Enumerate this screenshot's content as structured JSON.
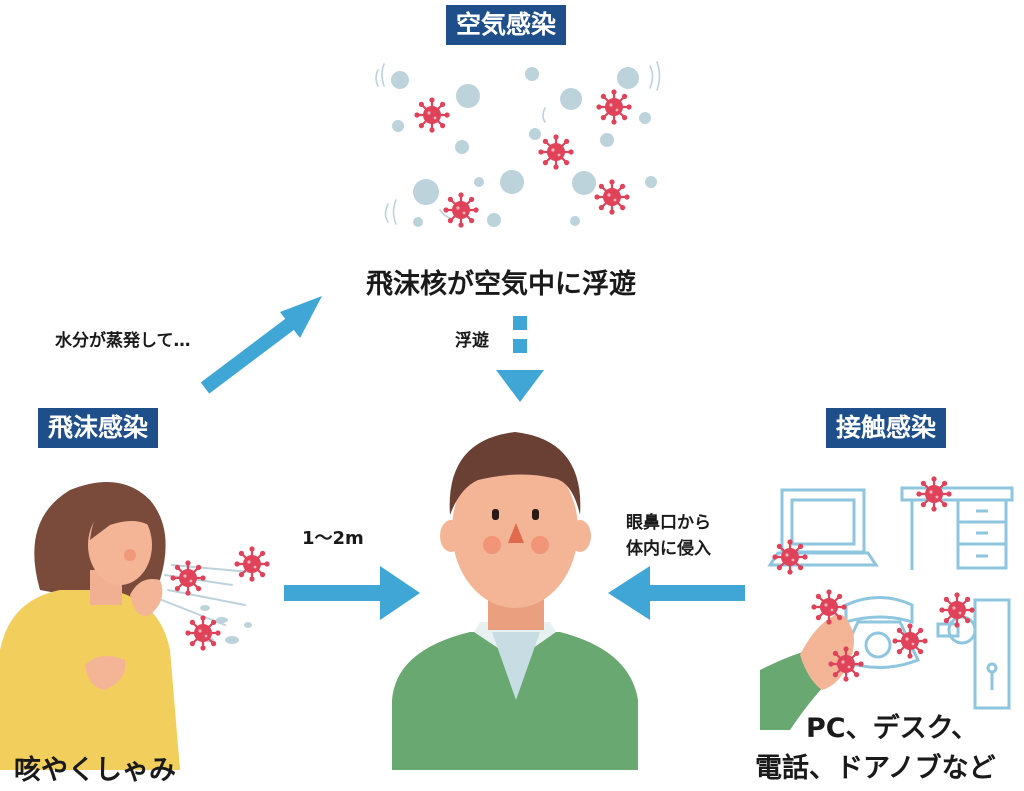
{
  "labels": {
    "airborne": "空気感染",
    "droplet": "飛沫感染",
    "contact": "接触感染"
  },
  "texts": {
    "droplet_nuclei": "飛沫核が空気中に浮遊",
    "evaporation": "水分が蒸発して…",
    "floating": "浮遊",
    "distance": "1～2m",
    "entry_line1": "眼鼻口から",
    "entry_line2": "体内に侵入",
    "cough": "咳やくしゃみ",
    "objects_line1": "PC、デスク、",
    "objects_line2": "電話、ドアノブなど"
  },
  "colors": {
    "label_bg": "#1f4f8a",
    "arrow": "#3fa6d6",
    "virus": "#e0425a",
    "particle": "#bcd3dc",
    "outline": "#8ec6df",
    "shirt_green": "#6aa872",
    "skin": "#f4b596",
    "hair_brown": "#6a4034",
    "yellow_top": "#f2cf5c"
  },
  "icons": [
    "virus-icon",
    "particle-icon",
    "laptop-icon",
    "desk-icon",
    "phone-icon",
    "doorknob-icon",
    "hand-icon"
  ]
}
